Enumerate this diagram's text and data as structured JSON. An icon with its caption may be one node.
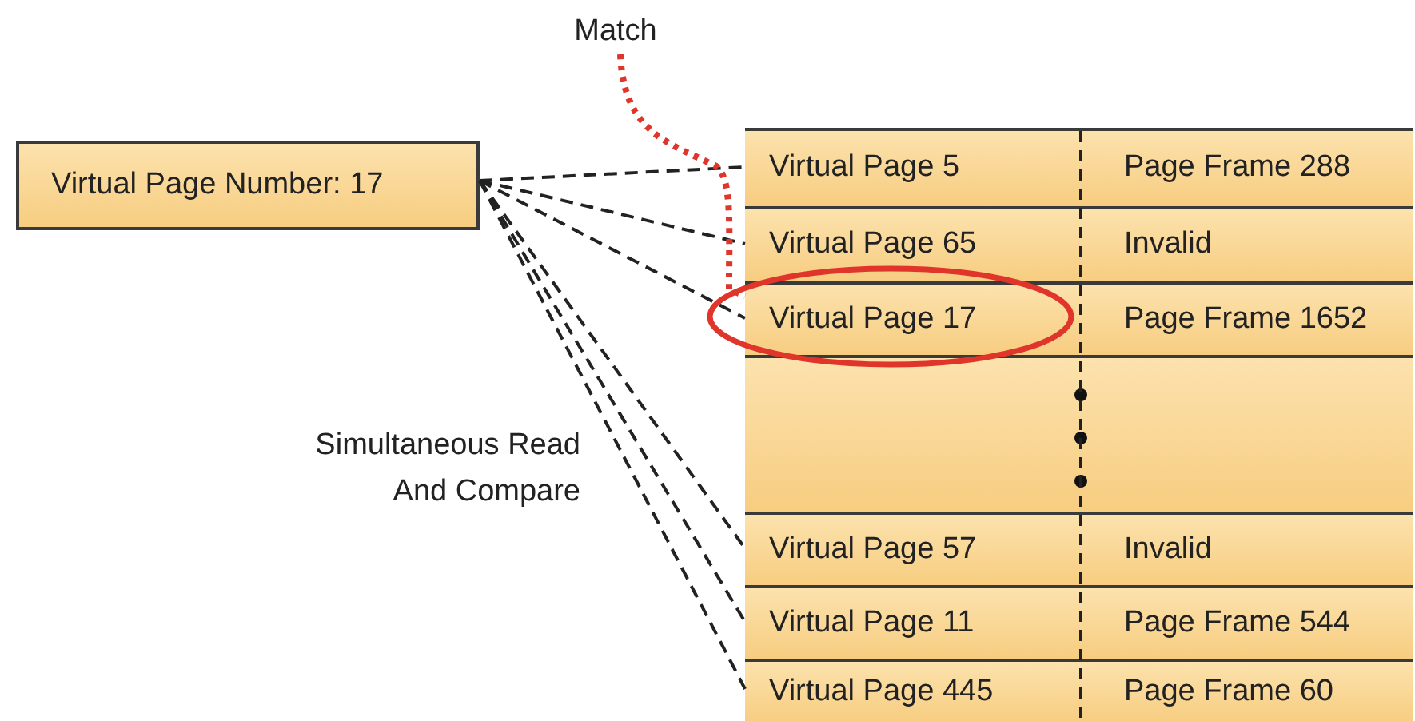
{
  "diagram": {
    "nodes": [
      {
        "text": [
          "Virtual Page Number: 17"
        ]
      },
      {
        "text": [],
        "shape": "box"
      },
      {
        "text": [
          "Virtual Page 5",
          "Page Frame 288"
        ],
        "in": 1
      },
      {
        "text": [
          "Virtual Page 65",
          "Invalid"
        ],
        "in": 1
      },
      {
        "text": [
          "Virtual Page 17",
          "Page Frame 1652"
        ],
        "in": 1
      },
      {
        "text": [],
        "shape": "box",
        "in": 1
      },
      {
        "text": [
          "Virtual Page 57",
          "Invalid"
        ],
        "in": 1
      },
      {
        "text": [
          "Virtual Page 11",
          "Page Frame 544"
        ],
        "in": 1
      },
      {
        "text": [
          "Virtual Page 445",
          "Page Frame 60"
        ],
        "in": 1
      },
      {
        "text": [
          "Match"
        ]
      }
    ],
    "edges": [
      {
        "from": 0,
        "to": 2,
        "arrow": "none",
        "style": "dashed"
      },
      {
        "from": 0,
        "to": 3,
        "arrow": "none",
        "style": "dashed"
      },
      {
        "from": 0,
        "to": 4,
        "arrow": "none",
        "style": "dashed"
      },
      {
        "from": 0,
        "to": 6,
        "arrow": "none",
        "style": "dashed"
      },
      {
        "from": 0,
        "to": 7,
        "arrow": "none",
        "style": "dashed"
      },
      {
        "from": 0,
        "to": 8,
        "arrow": "none",
        "style": "dashed"
      },
      {
        "from": 9,
        "to": 4,
        "arrow": "none",
        "style": "dashed",
        "color": "#e0352b"
      }
    ],
    "labels": [
      "Simultaneous Read And Compare"
    ]
  }
}
